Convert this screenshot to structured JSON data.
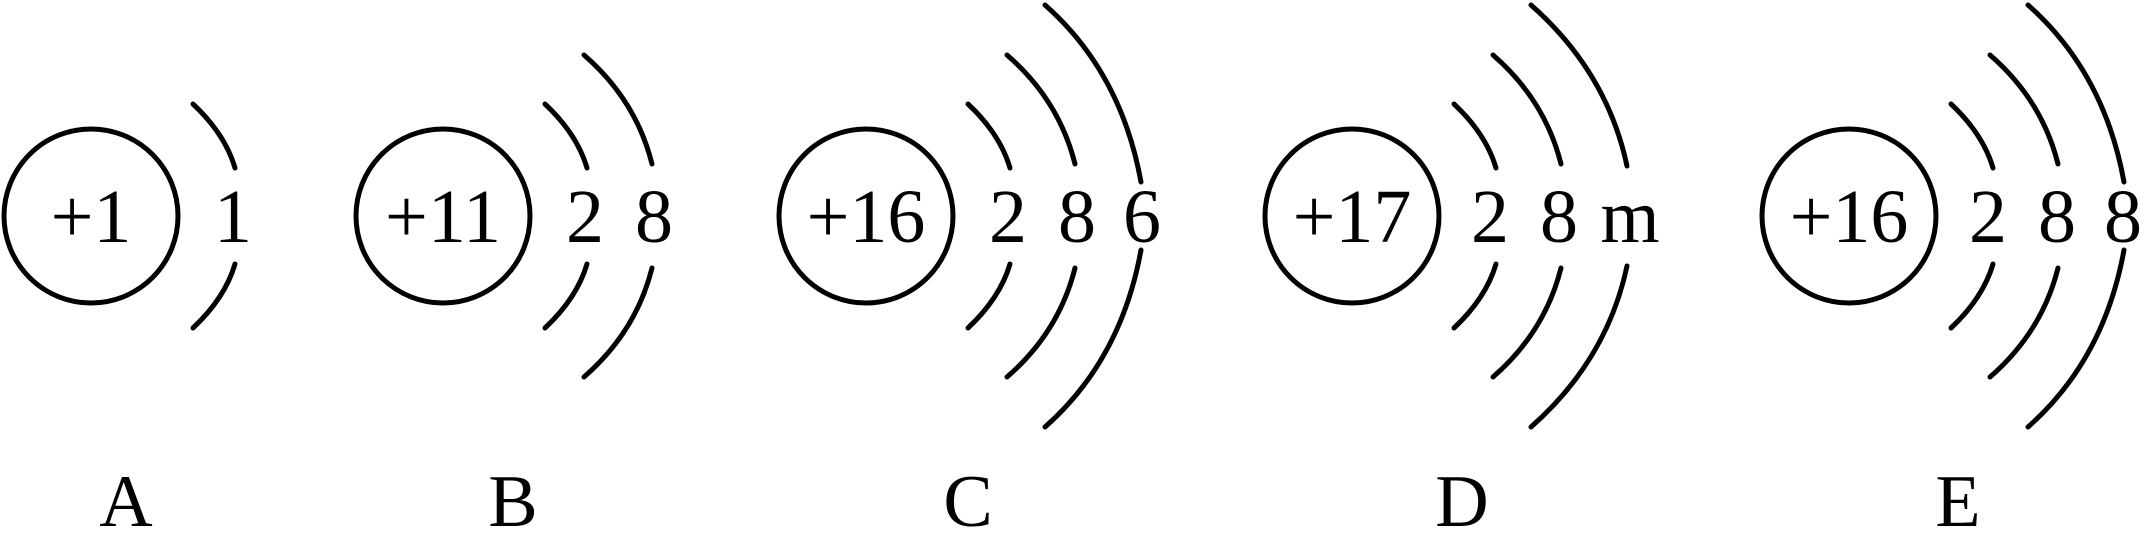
{
  "diagrams": [
    {
      "label": "A",
      "charge": "+1",
      "shells": [
        "1"
      ]
    },
    {
      "label": "B",
      "charge": "+11",
      "shells": [
        "2",
        "8"
      ]
    },
    {
      "label": "C",
      "charge": "+16",
      "shells": [
        "2",
        "8",
        "6"
      ]
    },
    {
      "label": "D",
      "charge": "+17",
      "shells": [
        "2",
        "8",
        "m"
      ]
    },
    {
      "label": "E",
      "charge": "+16",
      "shells": [
        "2",
        "8",
        "8"
      ]
    }
  ]
}
